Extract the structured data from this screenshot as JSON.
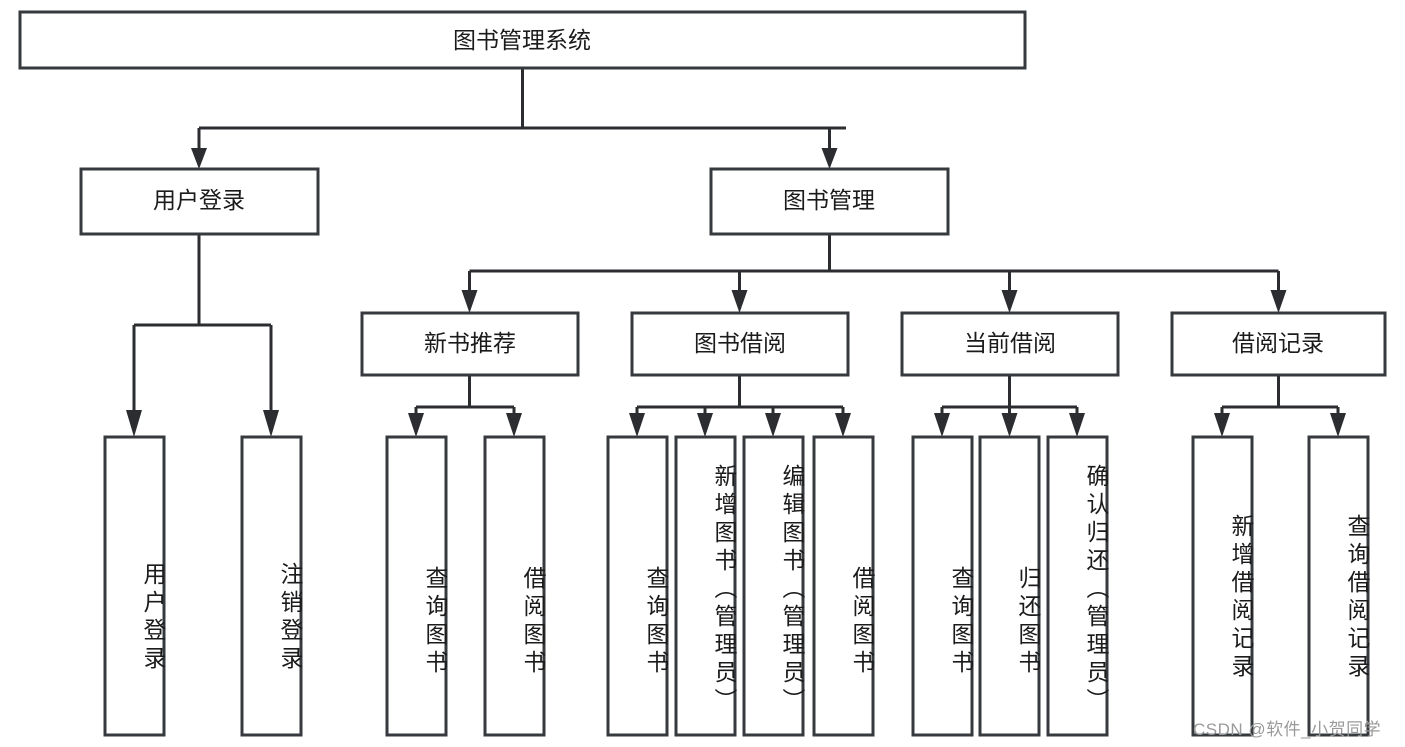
{
  "diagram": {
    "type": "tree",
    "title": "图书管理系统",
    "root": {
      "id": "root",
      "label": "图书管理系统",
      "orientation": "horizontal"
    },
    "level2": [
      {
        "id": "user-login",
        "label": "用户登录",
        "orientation": "horizontal"
      },
      {
        "id": "book-management",
        "label": "图书管理",
        "orientation": "horizontal"
      }
    ],
    "level3": [
      {
        "id": "new-book-recommend",
        "label": "新书推荐",
        "orientation": "horizontal",
        "parent": "book-management"
      },
      {
        "id": "book-borrow",
        "label": "图书借阅",
        "orientation": "horizontal",
        "parent": "book-management"
      },
      {
        "id": "current-borrow",
        "label": "当前借阅",
        "orientation": "horizontal",
        "parent": "book-management"
      },
      {
        "id": "borrow-record",
        "label": "借阅记录",
        "orientation": "horizontal",
        "parent": "book-management"
      }
    ],
    "leaves": [
      {
        "id": "leaf-user-login",
        "label": "用户登录",
        "parent": "user-login",
        "orientation": "vertical"
      },
      {
        "id": "leaf-logout-login",
        "label": "注销登录",
        "parent": "user-login",
        "orientation": "vertical"
      },
      {
        "id": "leaf-query-book-1",
        "label": "查询图书",
        "parent": "new-book-recommend",
        "orientation": "vertical"
      },
      {
        "id": "leaf-borrow-book-1",
        "label": "借阅图书",
        "parent": "new-book-recommend",
        "orientation": "vertical"
      },
      {
        "id": "leaf-query-book-2",
        "label": "查询图书",
        "parent": "book-borrow",
        "orientation": "vertical"
      },
      {
        "id": "leaf-add-book",
        "label": "新增图书（管理员）",
        "parent": "book-borrow",
        "orientation": "vertical"
      },
      {
        "id": "leaf-edit-book",
        "label": "编辑图书（管理员）",
        "parent": "book-borrow",
        "orientation": "vertical"
      },
      {
        "id": "leaf-borrow-book-2",
        "label": "借阅图书",
        "parent": "book-borrow",
        "orientation": "vertical"
      },
      {
        "id": "leaf-query-book-3",
        "label": "查询图书",
        "parent": "current-borrow",
        "orientation": "vertical"
      },
      {
        "id": "leaf-return-book",
        "label": "归还图书",
        "parent": "current-borrow",
        "orientation": "vertical"
      },
      {
        "id": "leaf-confirm-return",
        "label": "确认归还（管理员）",
        "parent": "current-borrow",
        "orientation": "vertical"
      },
      {
        "id": "leaf-add-borrow-record",
        "label": "新增借阅记录",
        "parent": "borrow-record",
        "orientation": "vertical"
      },
      {
        "id": "leaf-query-borrow-record",
        "label": "查询借阅记录",
        "parent": "borrow-record",
        "orientation": "vertical"
      }
    ],
    "colors": {
      "box_stroke": "#36393d",
      "box_fill": "#ffffff",
      "connector": "#2b2d30",
      "text": "#1b1b1b",
      "watermark": "#9a9a9a",
      "background": "#ffffff"
    }
  },
  "watermark": {
    "text": "CSDN @软件_小贺同学"
  }
}
